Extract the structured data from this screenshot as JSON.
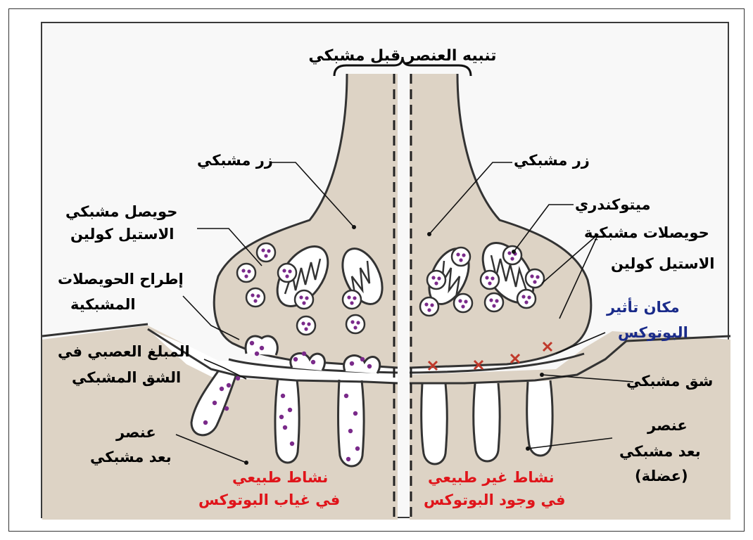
{
  "title": "تنبيه العنصر قبل مشبكي",
  "left": {
    "button": "زر مشبكي",
    "vesicle_line1": "حويصل مشبكي",
    "vesicle_line2": "الاستيل كولين",
    "exocytosis_line1": "إطراح الحويصلات",
    "exocytosis_line2": "المشبكية",
    "transmitter_line1": "المبلغ العصبي في",
    "transmitter_line2": "الشق المشبكي",
    "post_line1": "عنصر",
    "post_line2": "بعد مشبكي",
    "status_line1": "نشاط طبيعي",
    "status_line2": "في غياب البوتوكس"
  },
  "right": {
    "button": "زر مشبكي",
    "mitochondria": "ميتوكندري",
    "vesicles_line1": "حويصلات مشبكية",
    "vesicles_line2": "الاستيل كولين",
    "botox_line1": "مكان تأثير",
    "botox_line2": "البوتوكس",
    "cleft": "شق مشبكي",
    "post_line1": "عنصر",
    "post_line2": "بعد مشبكي",
    "post_line3": "(عضلة)",
    "status_line1": "نشاط غير طبيعي",
    "status_line2": "في وجود البوتوكس"
  },
  "colors": {
    "tissue": "#ddd3c5",
    "outline": "#333333",
    "dots": "#7a2a8a",
    "cross": "#c0392b",
    "status_text": "#e0141a",
    "botox_text": "#1a2b8a"
  }
}
